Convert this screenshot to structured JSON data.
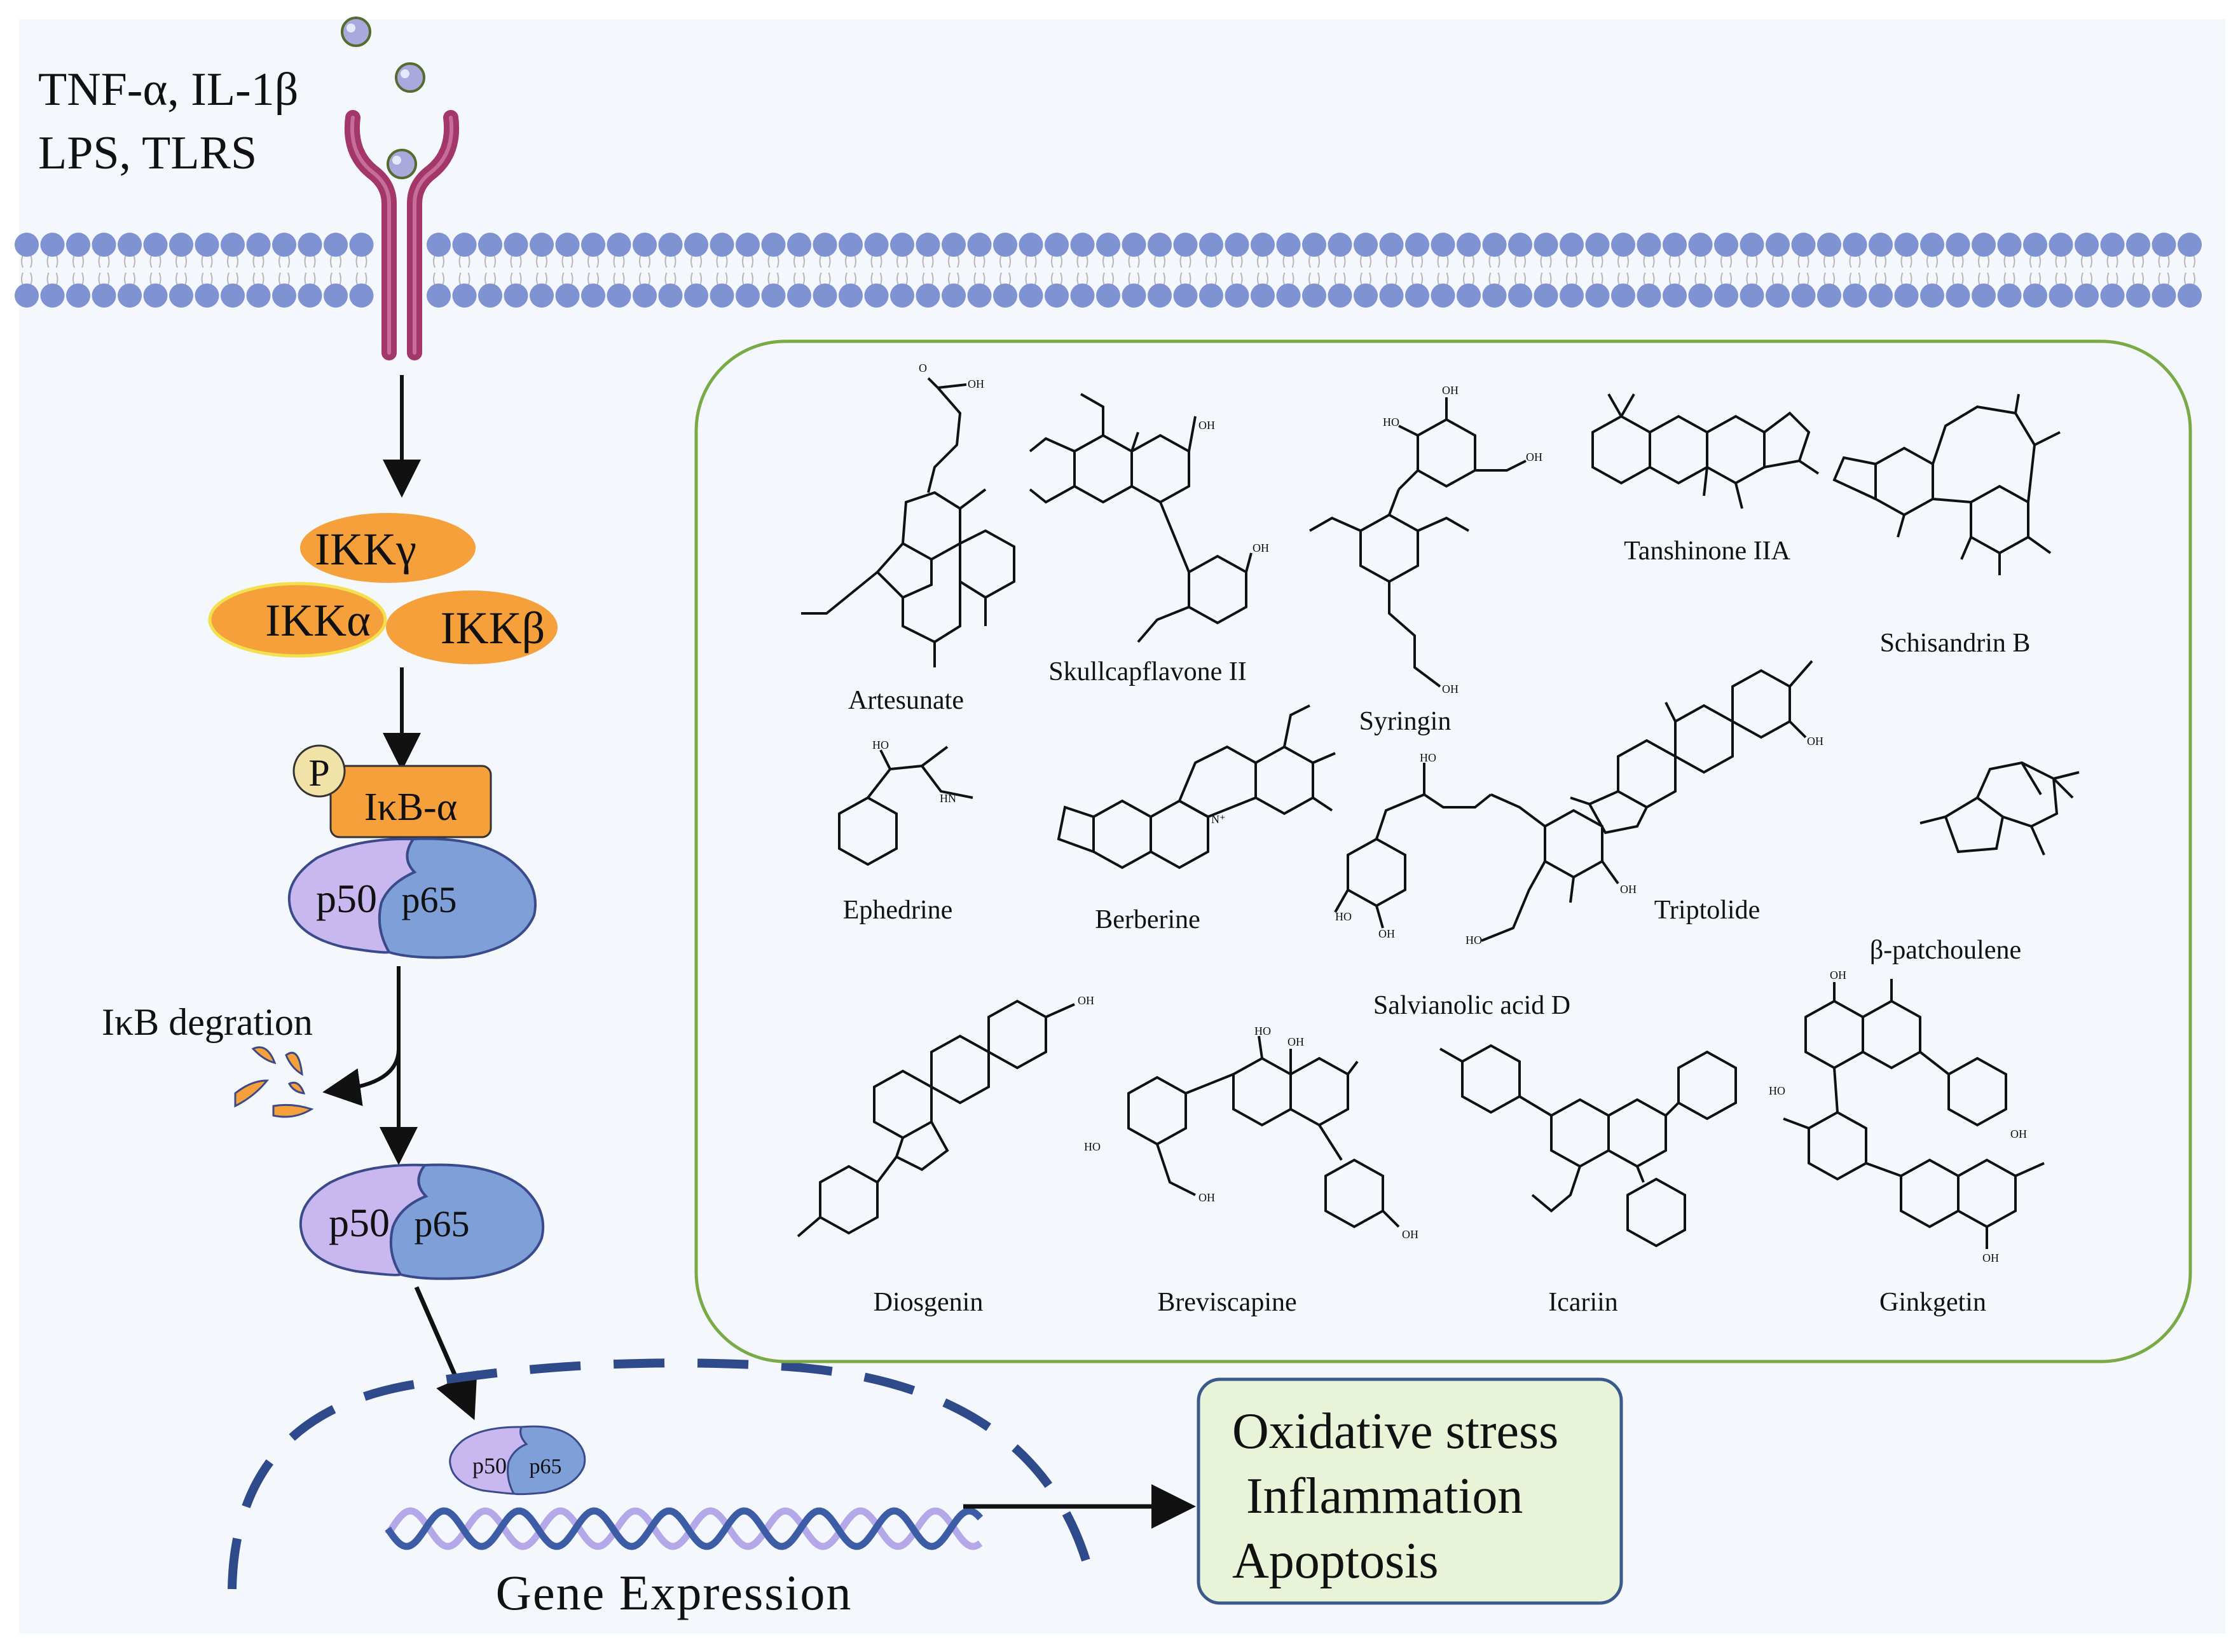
{
  "stimuli": {
    "line1": "TNF-α, IL-1β",
    "line2": "LPS, TLRS"
  },
  "cascade": {
    "ikk_gamma": "IKKγ",
    "ikk_alpha": "IKKα",
    "ikk_beta": "IKKβ",
    "phospho": "P",
    "ikb_alpha": "IκB-α",
    "p50": "p50",
    "p65": "p65",
    "degradation": "IκB degration",
    "gene_expression": "Gene Expression"
  },
  "outcomes": {
    "items": [
      "Oxidative stress",
      "Inflammation",
      "Apoptosis"
    ]
  },
  "compounds": {
    "names": [
      "Artesunate",
      "Skullcapflavone II",
      "Syringin",
      "Tanshinone IIA",
      "Schisandrin B",
      "Ephedrine",
      "Berberine",
      "Salvianolic acid D",
      "Triptolide",
      "β-patchoulene",
      "Diosgenin",
      "Breviscapine",
      "Icariin",
      "Ginkgetin"
    ],
    "atom_labels": {
      "oh": "OH",
      "ho": "HO",
      "o": "O",
      "hn": "HN",
      "n_plus": "N⁺"
    }
  },
  "colors": {
    "background": "#f4f7fc",
    "membrane": "#7f92d2",
    "receptor": "#a3376a",
    "ligand": "#a9a9de",
    "ikk": "#f5a03a",
    "ikk_alpha_outline": "#f3e04f",
    "p50": "#c9b8f0",
    "p65": "#7f9fd8",
    "nucleus": "#2e4a8a",
    "dna_dark": "#3d5ca6",
    "dna_light": "#b4a8e8",
    "panel_border": "#7aaa48",
    "outcome_fill": "#e8f3d8",
    "outcome_border": "#3a5a8c"
  }
}
